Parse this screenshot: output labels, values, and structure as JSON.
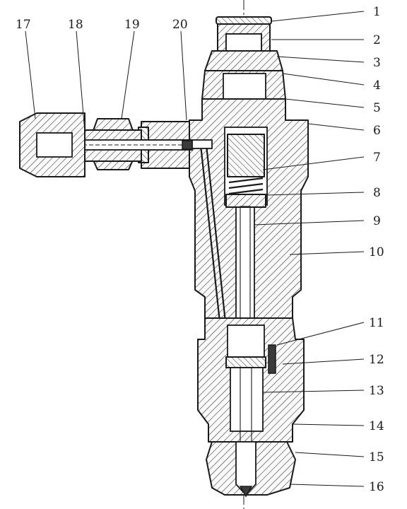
{
  "labels_right": [
    "1",
    "2",
    "3",
    "4",
    "5",
    "6",
    "7",
    "8",
    "9",
    "10",
    "11",
    "12",
    "13",
    "14",
    "15",
    "16"
  ],
  "labels_top": [
    "17",
    "18",
    "19",
    "20"
  ]
}
